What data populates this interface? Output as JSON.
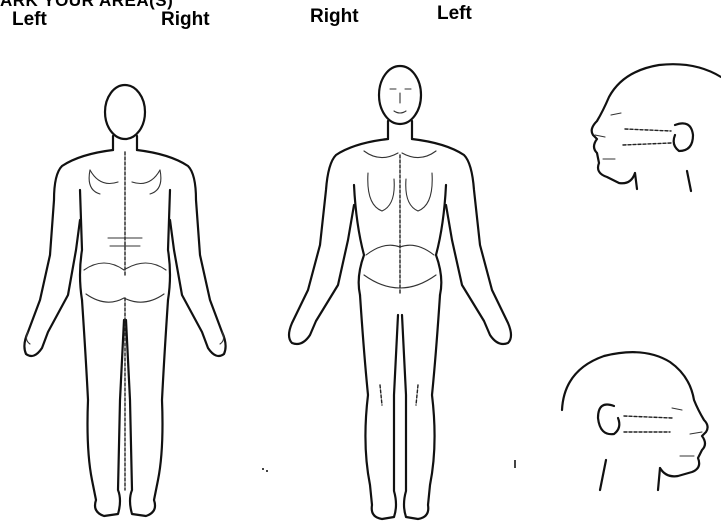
{
  "header": {
    "partial_title": "ARK YOUR AREA(S)"
  },
  "labels": {
    "back_view_left": "Left",
    "back_view_right": "Right",
    "front_view_right": "Right",
    "front_view_left": "Left"
  },
  "figures": [
    {
      "view": "back",
      "icon": "body-back-icon"
    },
    {
      "view": "front",
      "icon": "body-front-icon"
    },
    {
      "view": "head-right-side",
      "icon": "head-right-profile-icon"
    },
    {
      "view": "head-left-side",
      "icon": "head-left-profile-icon"
    }
  ]
}
